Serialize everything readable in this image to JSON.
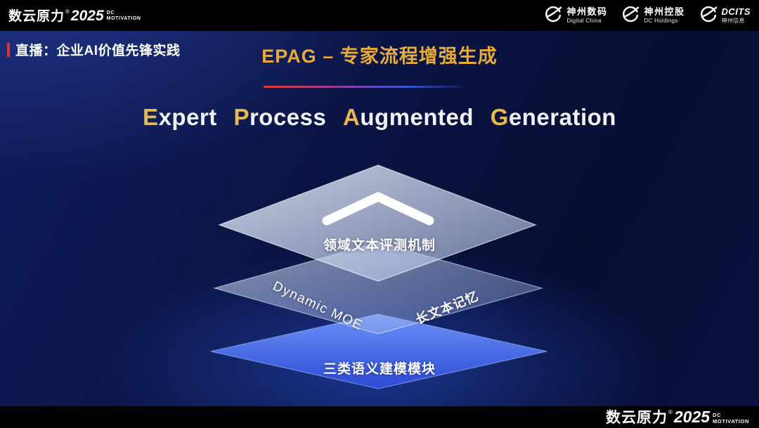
{
  "colors": {
    "accent_gold": "#E6AB38",
    "accent_red": "#E0342B",
    "layer_blue": "#2C49D4",
    "background_navy": "#0B1546"
  },
  "topbar": {
    "brand": {
      "name": "数云原力",
      "reg": "®",
      "year": "2025",
      "tag_line1": "DC",
      "tag_line2": "MOTIVATION"
    },
    "partners": [
      {
        "title": "神州数码",
        "subtitle": "Digital China"
      },
      {
        "title": "神州控股",
        "subtitle": "DC Holdings"
      },
      {
        "title": "DCITS",
        "subtitle": "神州信息"
      }
    ]
  },
  "live_label": "直播：企业AI价值先锋实践",
  "heading_cn": "EPAG – 专家流程增强生成",
  "subtitle": {
    "words": [
      {
        "i": "E",
        "r": "xpert"
      },
      {
        "i": "P",
        "r": "rocess"
      },
      {
        "i": "A",
        "r": "ugmented"
      },
      {
        "i": "G",
        "r": "eneration"
      }
    ]
  },
  "stack": {
    "layer1_label": "领域文本评测机制",
    "layer2_left_label": "Dynamic MOE",
    "layer2_right_label": "长文本记忆",
    "layer3_label": "三类语义建模模块"
  },
  "footer": {
    "brand": {
      "name": "数云原力",
      "reg": "®",
      "year": "2025",
      "tag_line1": "DC",
      "tag_line2": "MOTIVATION"
    }
  }
}
